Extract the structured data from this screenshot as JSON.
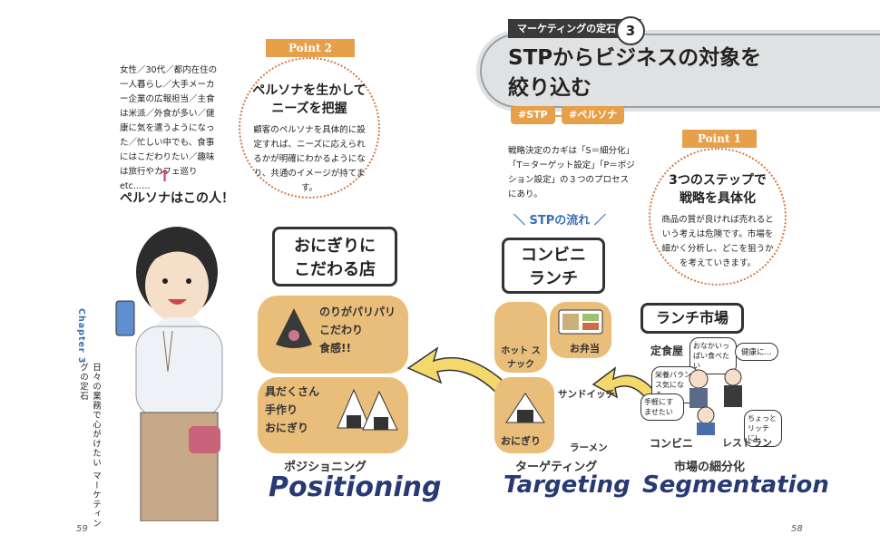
{
  "header": {
    "chapter_tag": "マーケティングの定石",
    "chapter_number": "3",
    "title_line1": "STPからビジネスの対象を",
    "title_line2": "絞り込む",
    "tags": [
      "#STP",
      "#ペルソナ"
    ]
  },
  "intro": {
    "text": "戦略決定のカギは「S＝細分化」「T＝ターゲット設定」「P＝ポジション設定」の３つのプロセスにあり。"
  },
  "point1": {
    "label": "Point 1",
    "title_line1": "3つのステップで",
    "title_line2": "戦略を具体化",
    "body": "商品の質が良ければ売れるという考えは危険です。市場を細かく分析し、どこを狙うかを考えていきます。"
  },
  "point2": {
    "label": "Point 2",
    "title_line1": "ペルソナを生かして",
    "title_line2": "ニーズを把握",
    "body": "顧客のペルソナを具体的に設定すれば、ニーズに応えられるかが明確にわかるようになり、共通のイメージが持てます。"
  },
  "persona": {
    "description": "女性／30代／都内在住の一人暮らし／大手メーカー企業の広報担当／主食は米派／外食が多い／健康に気を遣うようになった／忙しい中でも、食事にはこだわりたい／趣味は旅行やカフェ巡りetc……",
    "caption": "ペルソナはこの人！"
  },
  "flow_label": "STPの流れ",
  "positioning": {
    "sign_line1": "おにぎりに",
    "sign_line2": "こだわる店",
    "item1_line1": "のりがパリパリ",
    "item1_line2": "こだわり",
    "item1_line3": "食感!!",
    "item2_line1": "具だくさん",
    "item2_line2": "手作り",
    "item2_line3": "おにぎり",
    "jp": "ポジショニング",
    "en": "Positioning"
  },
  "targeting": {
    "sign_line1": "コンビニ",
    "sign_line2": "ランチ",
    "items": [
      "ホット スナック",
      "お弁当",
      "サンドイッチ",
      "おにぎり",
      "ラーメン"
    ],
    "jp": "ターゲティング",
    "en": "Targeting"
  },
  "segmentation": {
    "sign": "ランチ市場",
    "items": [
      "定食屋",
      "コンビニ",
      "レストラン"
    ],
    "bubbles": [
      "おなかいっぱい食べたい",
      "健康に…",
      "栄養バランス気になる…",
      "手軽にすませたい",
      "ちょっとリッチに!"
    ],
    "jp": "市場の細分化",
    "en": "Segmentation"
  },
  "side": {
    "chapter_label": "Chapter 3",
    "chapter_text": "日々の業務で心がけたい マーケティングの定石"
  },
  "pages": {
    "left": "59",
    "right": "58"
  },
  "colors": {
    "accent": "#e6a04a",
    "panel": "#e9bd7a",
    "dotted": "#d27a45",
    "navy": "#283a73",
    "arrow": "#f3d86b"
  }
}
